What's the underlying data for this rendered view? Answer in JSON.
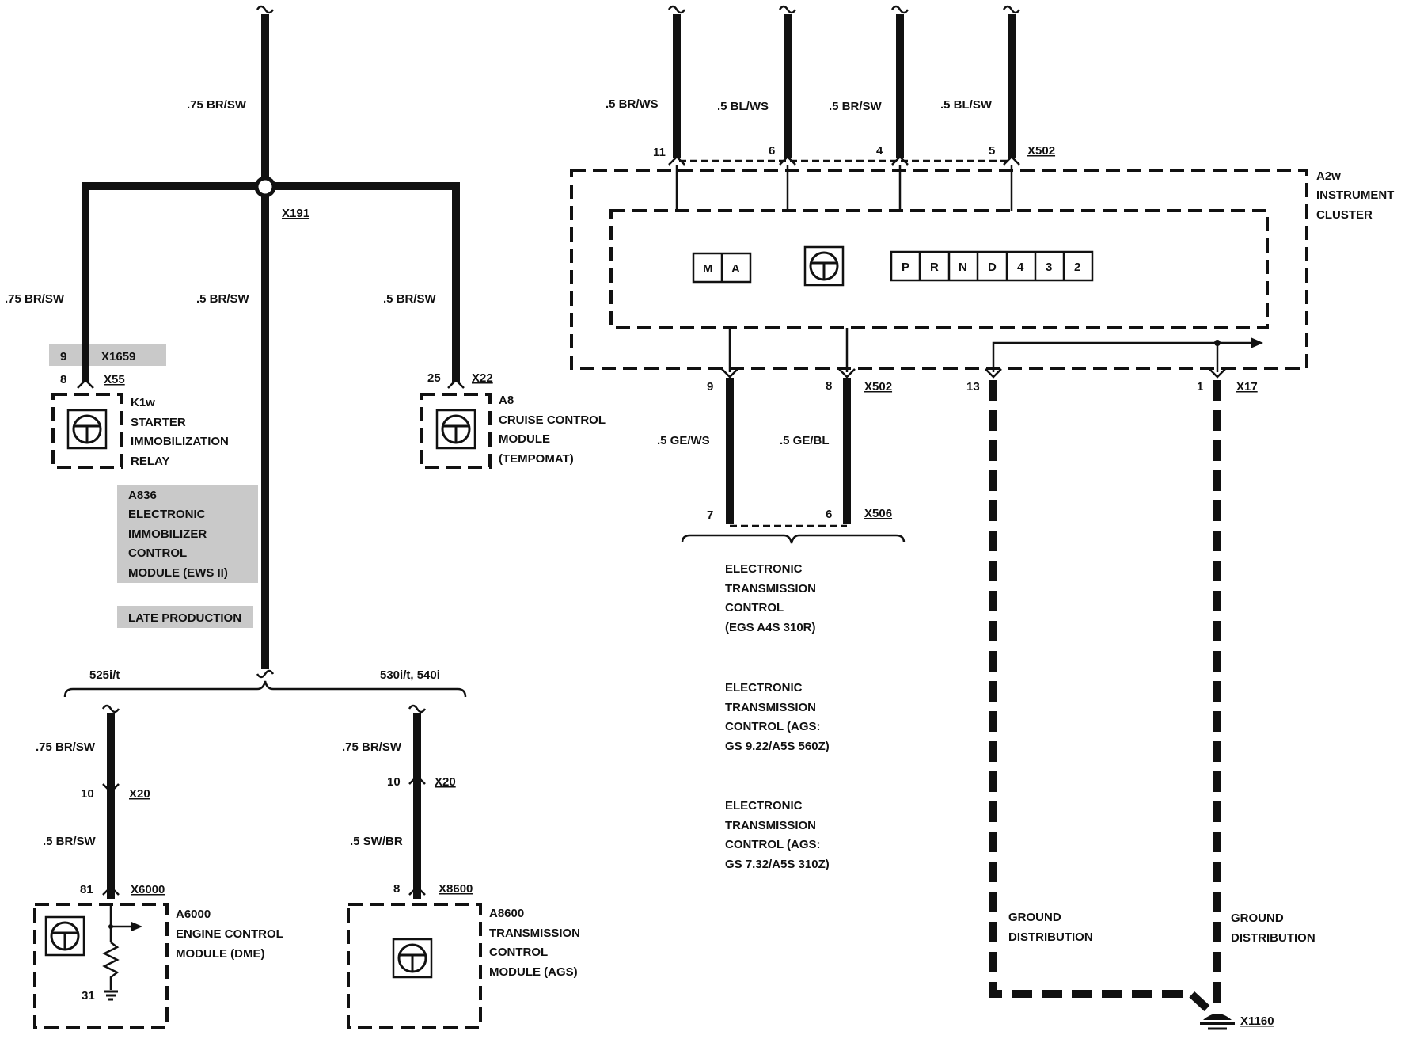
{
  "wires": {
    "main_top": ".75 BR/SW",
    "left_branch": ".75 BR/SW",
    "center_branch": ".5 BR/SW",
    "right_branch": ".5 BR/SW",
    "dme_upper": ".75 BR/SW",
    "dme_lower": ".5 BR/SW",
    "ags_upper": ".75 BR/SW",
    "ags_lower": ".5 SW/BR",
    "cluster_in": [
      ".5 BR/WS",
      ".5 BL/WS",
      ".5 BR/SW",
      ".5 BL/SW"
    ],
    "egs_left": ".5 GE/WS",
    "egs_right": ".5 GE/BL"
  },
  "connectors": {
    "x191": "X191",
    "x1659_pin": "9",
    "x1659": "X1659",
    "x55_pin": "8",
    "x55": "X55",
    "x22_pin": "25",
    "x22": "X22",
    "x502_top": "X502",
    "cluster_pins": [
      "11",
      "6",
      "4",
      "5"
    ],
    "x502_bottom": "X502",
    "pin9": "9",
    "pin8": "8",
    "pin13": "13",
    "pin1": "1",
    "x17": "X17",
    "pin7": "7",
    "pin6": "6",
    "x506": "X506",
    "x20_left": "X20",
    "x20_left_pin": "10",
    "x20_right": "X20",
    "x20_right_pin": "10",
    "x6000_pin": "81",
    "x6000": "X6000",
    "ground_pin": "31",
    "x8600_pin": "8",
    "x8600": "X8600",
    "x1160": "X1160"
  },
  "components": {
    "k1w": [
      "K1w",
      "STARTER",
      "IMMOBILIZATION",
      "RELAY"
    ],
    "a8": [
      "A8",
      "CRUISE CONTROL",
      "MODULE",
      "(TEMPOMAT)"
    ],
    "a2w": [
      "A2w",
      "INSTRUMENT",
      "CLUSTER"
    ],
    "a6000": [
      "A6000",
      "ENGINE CONTROL",
      "MODULE (DME)"
    ],
    "a8600": [
      "A8600",
      "TRANSMISSION",
      "CONTROL",
      "MODULE (AGS)"
    ]
  },
  "notes": {
    "a836": [
      "A836",
      "ELECTRONIC",
      "IMMOBILIZER",
      "CONTROL",
      "MODULE (EWS II)"
    ],
    "late_production": "LATE PRODUCTION",
    "split_left": "525i/t",
    "split_right": "530i/t, 540i",
    "egs": [
      "ELECTRONIC",
      "TRANSMISSION",
      "CONTROL",
      "(EGS A4S 310R)"
    ],
    "ags_922": [
      "ELECTRONIC",
      "TRANSMISSION",
      "CONTROL (AGS:",
      "GS 9.22/A5S 560Z)"
    ],
    "ags_732": [
      "ELECTRONIC",
      "TRANSMISSION",
      "CONTROL (AGS:",
      "GS 7.32/A5S 310Z)"
    ],
    "ground_left": [
      "GROUND",
      "DISTRIBUTION"
    ],
    "ground_right": [
      "GROUND",
      "DISTRIBUTION"
    ]
  },
  "indicators": {
    "mode": [
      "M",
      "A"
    ],
    "gears": [
      "P",
      "R",
      "N",
      "D",
      "4",
      "3",
      "2"
    ]
  }
}
